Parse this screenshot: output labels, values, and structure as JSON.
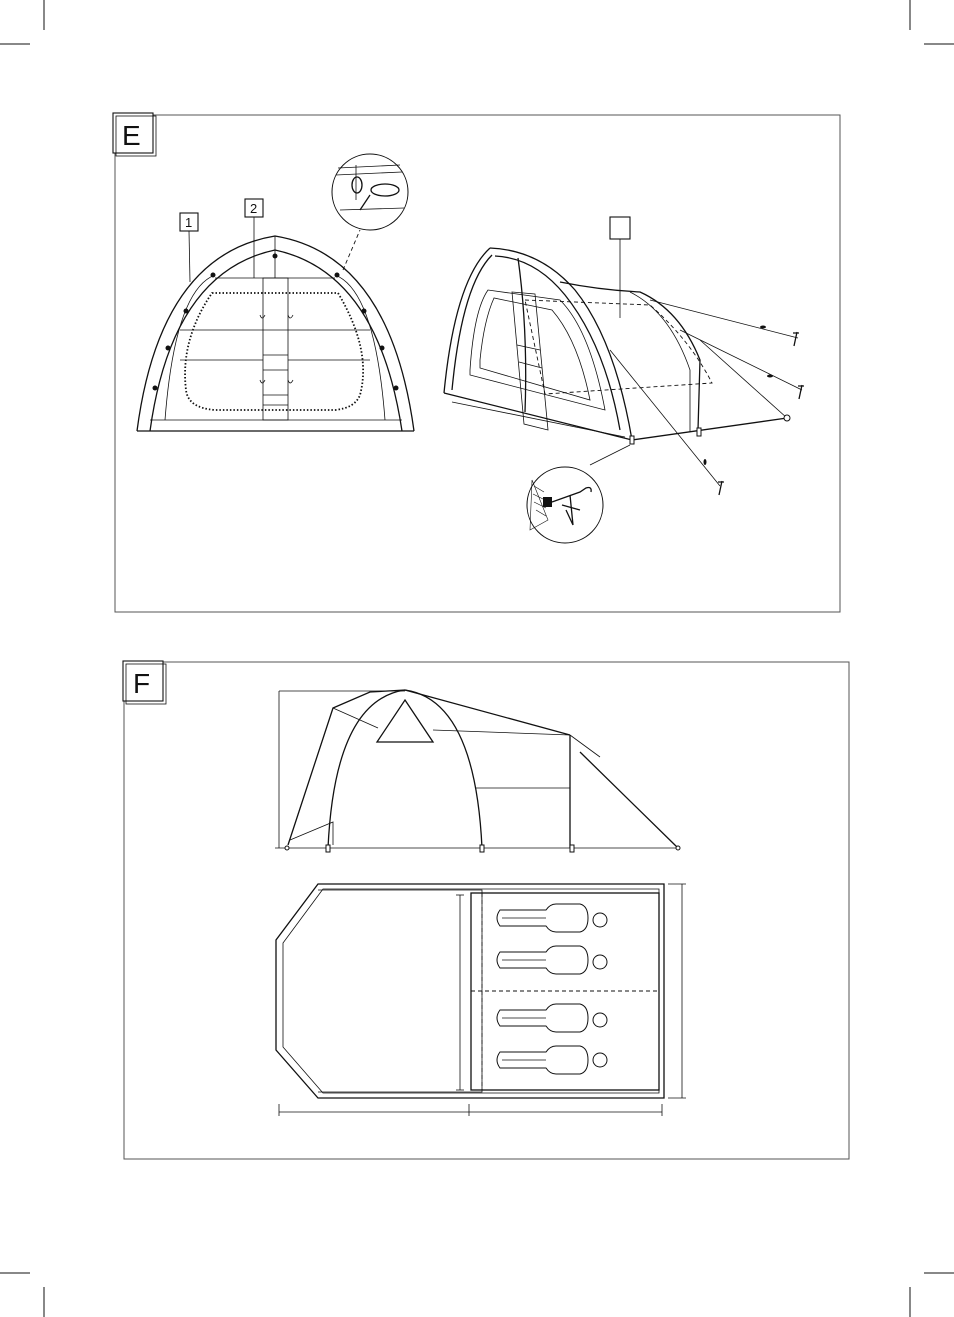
{
  "sections": {
    "e": {
      "letter": "E",
      "callouts": [
        "1",
        "2",
        ""
      ]
    },
    "f": {
      "letter": "F"
    }
  },
  "icons": {
    "hook": "peg-hook-icon",
    "stake": "tent-stake-icon"
  }
}
